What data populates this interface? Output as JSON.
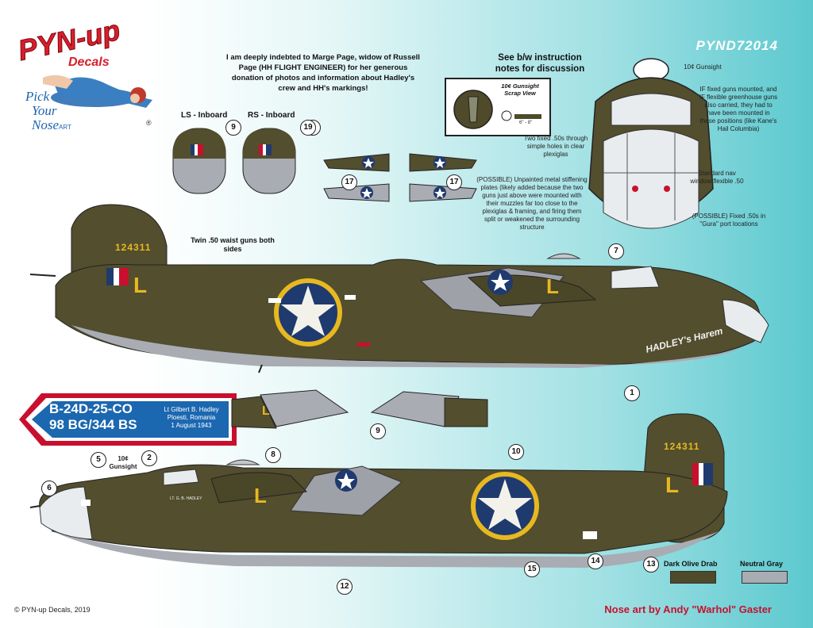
{
  "sheet": {
    "product_code": "PYND72014",
    "acknowledgement": "I am deeply indebted to Marge Page, widow of Russell Page (HH FLIGHT ENGINEER) for her generous donation of photos and information about Hadley's crew and HH's markings!",
    "instruction_note": "See b/w instruction notes for discussion",
    "copyright": "© PYN-up Decals, 2019",
    "credit": "Nose art by Andy \"Warhol\" Gaster"
  },
  "logo": {
    "brand": "PYN-up",
    "sub": "Decals",
    "tagline_1": "Pick",
    "tagline_2": "Your",
    "tagline_3": "Nose",
    "tagline_3_small": "ART",
    "registered": "®"
  },
  "gunsight": {
    "title": "10¢ Gunsight Scrap View",
    "dim": "6\" - 8\""
  },
  "nose_notes": {
    "gunsight": "10¢ Gunsight",
    "fixed_guns": "IF fixed guns mounted, and IF flexible greenhouse guns also carried, they had to have been mounted in these positions (like Kane's Hail Columbia)",
    "two_fixed": "Two fixed .50s through simple holes in clear plexiglas",
    "stiffening": "(POSSIBLE) Unpainted metal stiffening plates (likely added because the two guns just above were mounted with their muzzles far too close to the plexiglas & framing, and firing them split or weakened the surrounding structure",
    "nav_window": "Standard nav window flexible .50",
    "gura": "(POSSIBLE) Fixed .50s in \"Gura\" port locations"
  },
  "panels": {
    "ls_inboard": "LS - Inboard",
    "rs_inboard": "RS - Inboard"
  },
  "aircraft": {
    "serial": "124311",
    "code_letter": "L",
    "nose_art": "HADLEY's Harem",
    "waist_note": "Twin .50 waist guns both sides",
    "pilot_stencil": "LT. G. B. HADLEY",
    "gunsight_note": "10¢ Gunsight"
  },
  "banner": {
    "model": "B-24D-25-CO",
    "unit": "98 BG/344 BS",
    "pilot": "Lt Gilbert B. Hadley",
    "place": "Ploesti, Romania",
    "date": "1 August 1943"
  },
  "callouts": [
    "1",
    "2",
    "5",
    "6",
    "7",
    "8",
    "9",
    "10",
    "12",
    "13",
    "14",
    "15",
    "17",
    "19"
  ],
  "legend": [
    {
      "label": "Dark Olive Drab",
      "color": "#4e4a2a"
    },
    {
      "label": "Neutral Gray",
      "color": "#a9acb3"
    }
  ],
  "colors": {
    "olive": "#544f2c",
    "gray": "#a9acb3",
    "accent_red": "#c8102e",
    "insignia_blue": "#1f3a6e",
    "banner_blue": "#1b67b0",
    "yellow": "#e8b820"
  }
}
